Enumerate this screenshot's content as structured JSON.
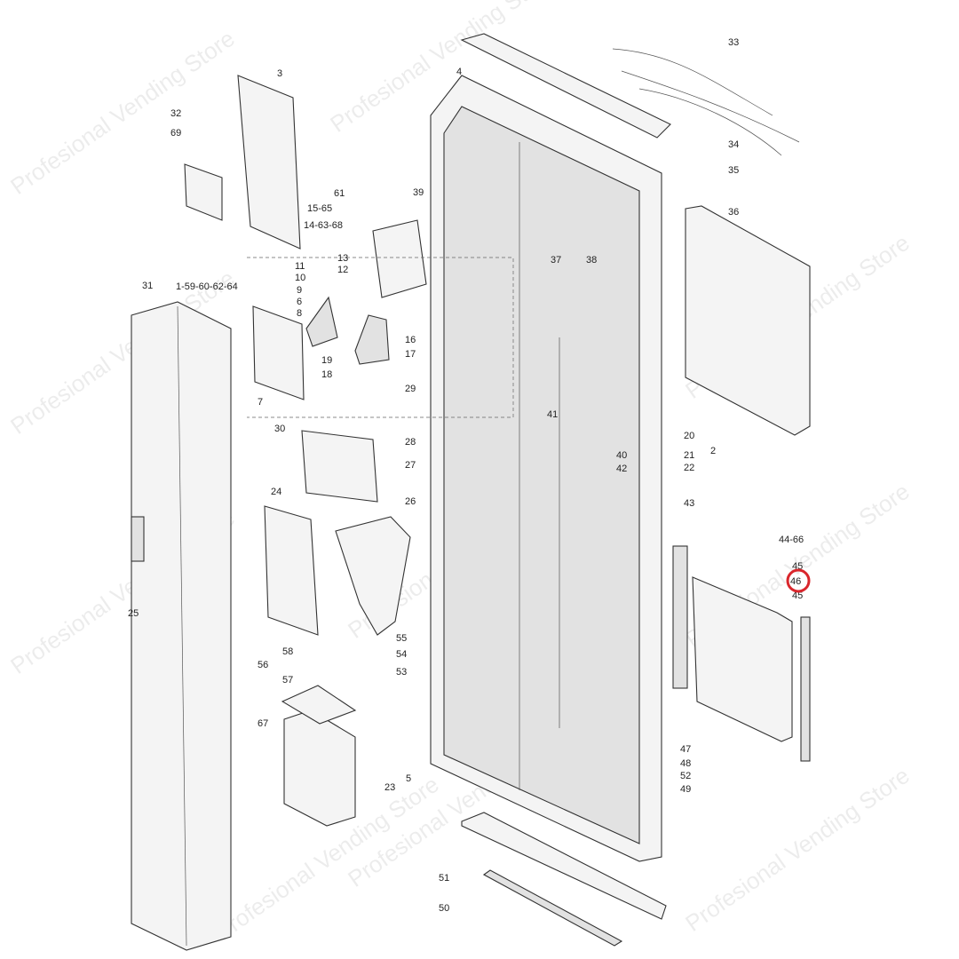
{
  "diagram": {
    "type": "exploded-parts-diagram",
    "watermark": "Profesional Vending Store",
    "highlight_color": "#d9262c",
    "highlighted_part": "46",
    "part_labels": [
      "33",
      "34",
      "35",
      "3",
      "4",
      "32",
      "69",
      "36",
      "61",
      "39",
      "15-65",
      "14-63-68",
      "37",
      "38",
      "13",
      "1-59-60-62-64",
      "12",
      "11",
      "10",
      "9",
      "6",
      "8",
      "31",
      "16",
      "17",
      "19",
      "18",
      "7",
      "29",
      "30",
      "28",
      "41",
      "20",
      "21",
      "22",
      "2",
      "40",
      "42",
      "27",
      "24",
      "26",
      "43",
      "44-66",
      "45",
      "46",
      "45",
      "25",
      "55",
      "54",
      "53",
      "58",
      "56",
      "57",
      "67",
      "23",
      "5",
      "47",
      "48",
      "52",
      "49",
      "51",
      "50"
    ]
  }
}
